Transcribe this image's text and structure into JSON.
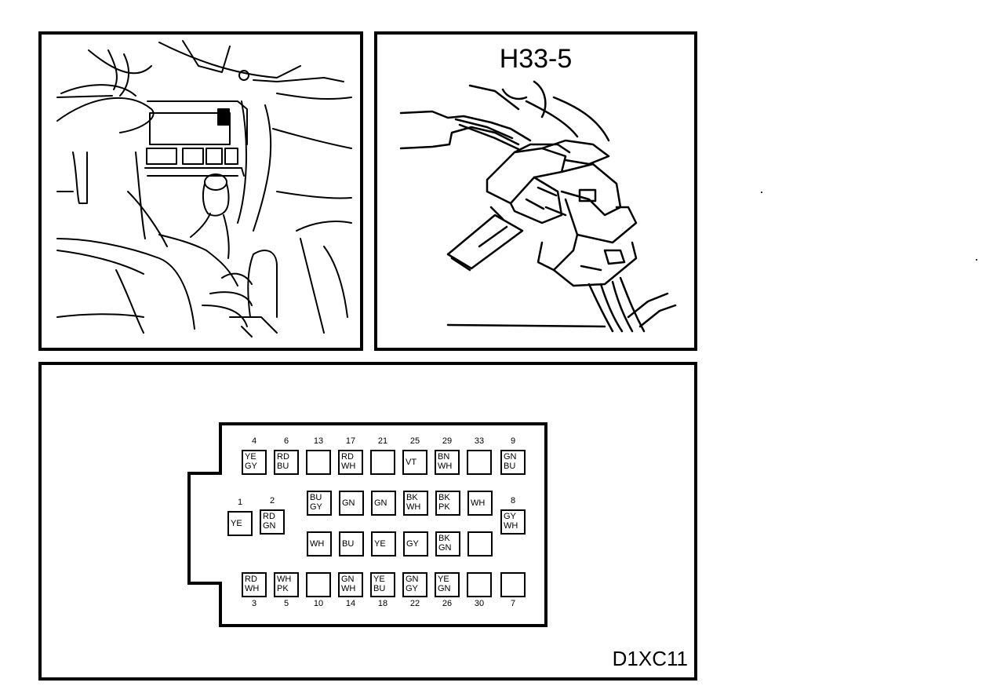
{
  "connector": {
    "title": "H33-5"
  },
  "reference": {
    "code": "D1XC11"
  },
  "pins": [
    {
      "id": "4",
      "colors": [
        "YE",
        "GY"
      ]
    },
    {
      "id": "6",
      "colors": [
        "RD",
        "BU"
      ]
    },
    {
      "id": "13",
      "colors": []
    },
    {
      "id": "17",
      "colors": [
        "RD",
        "WH"
      ]
    },
    {
      "id": "21",
      "colors": []
    },
    {
      "id": "25",
      "colors": [
        "VT"
      ]
    },
    {
      "id": "29",
      "colors": [
        "BN",
        "WH"
      ]
    },
    {
      "id": "33",
      "colors": []
    },
    {
      "id": "9",
      "colors": [
        "GN",
        "BU"
      ]
    },
    {
      "id": "1",
      "colors": [
        "YE"
      ]
    },
    {
      "id": "2",
      "colors": [
        "RD",
        "GN"
      ]
    },
    {
      "id": "",
      "colors": [
        "BU",
        "GY"
      ]
    },
    {
      "id": "",
      "colors": [
        "GN"
      ]
    },
    {
      "id": "",
      "colors": [
        "GN"
      ]
    },
    {
      "id": "",
      "colors": [
        "BK",
        "WH"
      ]
    },
    {
      "id": "",
      "colors": [
        "BK",
        "PK"
      ]
    },
    {
      "id": "",
      "colors": [
        "WH"
      ]
    },
    {
      "id": "8",
      "colors": [
        "GY",
        "WH"
      ]
    },
    {
      "id": "",
      "colors": [
        "WH"
      ]
    },
    {
      "id": "",
      "colors": [
        "BU"
      ]
    },
    {
      "id": "",
      "colors": [
        "YE"
      ]
    },
    {
      "id": "",
      "colors": [
        "GY"
      ]
    },
    {
      "id": "",
      "colors": [
        "BK",
        "GN"
      ]
    },
    {
      "id": "",
      "colors": []
    },
    {
      "id": "3",
      "colors": [
        "RD",
        "WH"
      ]
    },
    {
      "id": "5",
      "colors": [
        "WH",
        "PK"
      ]
    },
    {
      "id": "10",
      "colors": []
    },
    {
      "id": "14",
      "colors": [
        "GN",
        "WH"
      ]
    },
    {
      "id": "18",
      "colors": [
        "YE",
        "BU"
      ]
    },
    {
      "id": "22",
      "colors": [
        "GN",
        "GY"
      ]
    },
    {
      "id": "26",
      "colors": [
        "YE",
        "GN"
      ]
    },
    {
      "id": "30",
      "colors": []
    },
    {
      "id": "7",
      "colors": []
    }
  ]
}
